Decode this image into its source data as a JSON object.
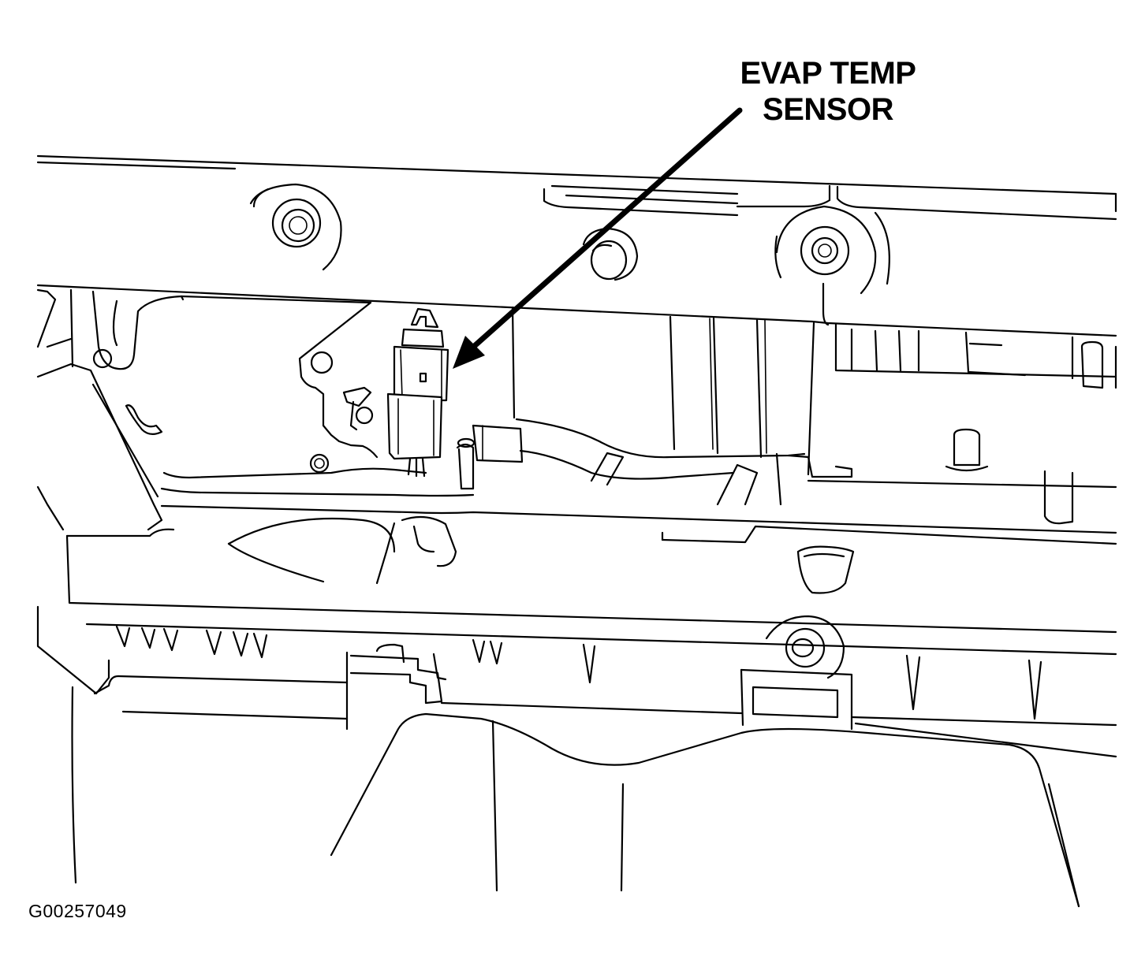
{
  "callout": {
    "line1": "EVAP TEMP",
    "line2": "SENSOR"
  },
  "figure_id": "G00257049",
  "colors": {
    "ink": "#000000",
    "background": "#ffffff"
  }
}
